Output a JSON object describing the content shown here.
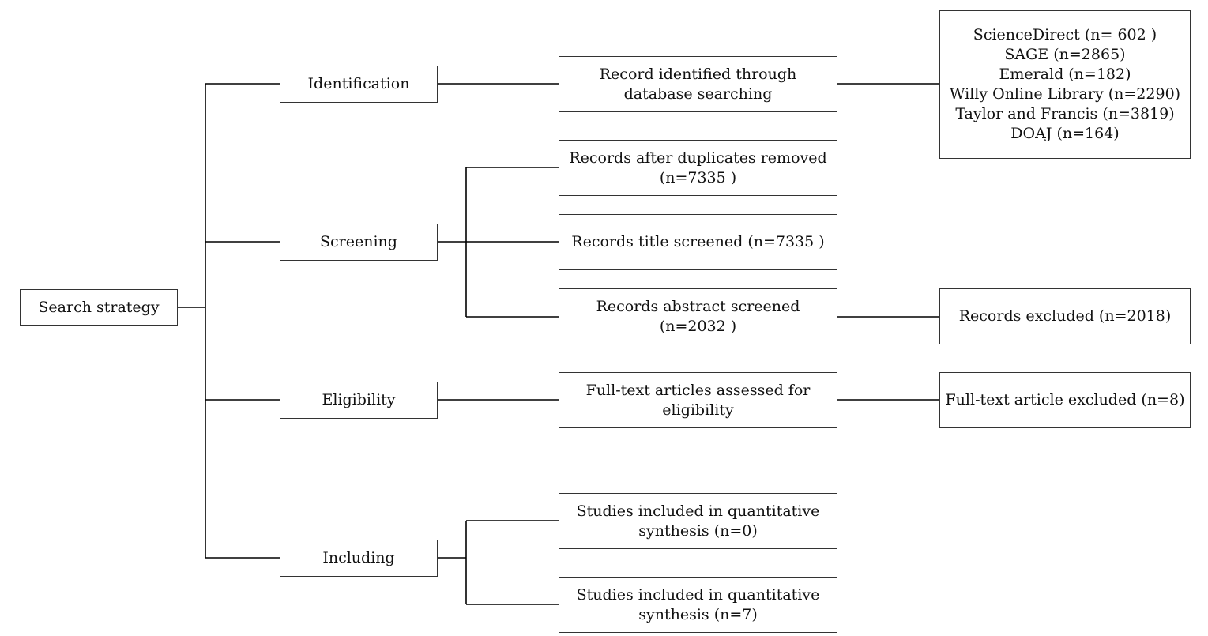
{
  "root": {
    "label": "Search strategy"
  },
  "stages": {
    "identification": "Identification",
    "screening": "Screening",
    "eligibility": "Eligibility",
    "including": "Including"
  },
  "nodes": {
    "identified": "Record identified through database searching",
    "duplicates_removed": "Records after duplicates removed (n=7335 )",
    "title_screened": "Records title screened (n=7335 )",
    "abstract_screened": "Records abstract screened (n=2032 )",
    "fulltext_assessed": "Full-text articles assessed for eligibility",
    "quantitative_0": "Studies included in quantitative synthesis (n=0)",
    "quantitative_7": "Studies included in quantitative synthesis (n=7)",
    "records_excluded": "Records excluded (n=2018)",
    "fulltext_excluded": "Full-text article excluded (n=8)"
  },
  "databases": [
    "ScienceDirect (n= 602 )",
    "SAGE (n=2865)",
    "Emerald (n=182)",
    "Willy Online Library (n=2290)",
    "Taylor and Francis (n=3819)",
    "DOAJ (n=164)"
  ]
}
